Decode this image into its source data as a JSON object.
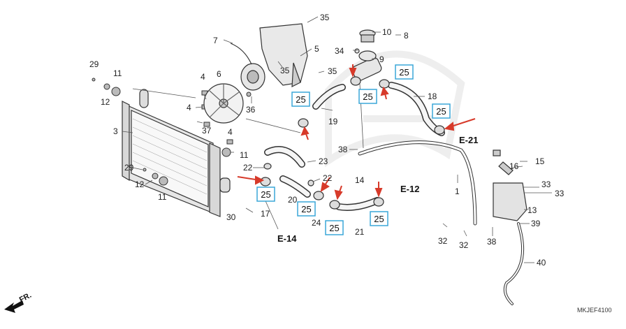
{
  "diagram": {
    "code": "MKJEF4100",
    "direction": "FR.",
    "refs": [
      "E-21",
      "E-12",
      "E-14"
    ],
    "boxed_part": "25",
    "part_numbers": [
      "35",
      "7",
      "5",
      "34",
      "10",
      "8",
      "9",
      "35",
      "35",
      "29",
      "11",
      "12",
      "4",
      "6",
      "4",
      "37",
      "36",
      "3",
      "4",
      "11",
      "19",
      "25",
      "25",
      "25",
      "18",
      "25",
      "38",
      "15",
      "16",
      "29",
      "12",
      "11",
      "22",
      "23",
      "22",
      "14",
      "1",
      "33",
      "33",
      "13",
      "20",
      "30",
      "17",
      "24",
      "21",
      "39",
      "32",
      "32",
      "38",
      "40"
    ]
  },
  "colors": {
    "callout_box": "#3aa7d8",
    "arrow": "#d73a2a",
    "line_art": "#333333",
    "watermark": "#e9e9e9"
  }
}
